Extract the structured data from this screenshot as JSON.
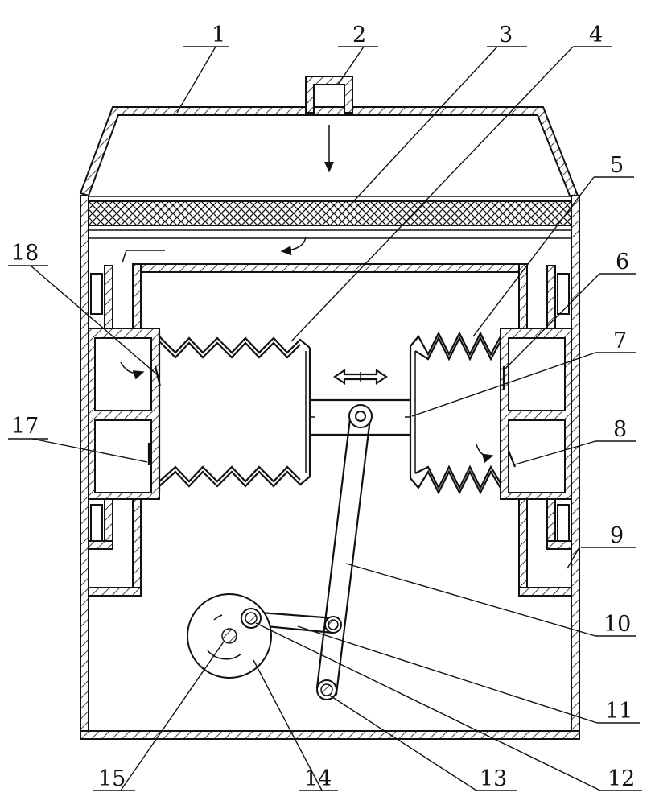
{
  "figure": {
    "callouts": [
      {
        "id": "1",
        "text": "1"
      },
      {
        "id": "2",
        "text": "2"
      },
      {
        "id": "3",
        "text": "3"
      },
      {
        "id": "4",
        "text": "4"
      },
      {
        "id": "5",
        "text": "5"
      },
      {
        "id": "6",
        "text": "6"
      },
      {
        "id": "7",
        "text": "7"
      },
      {
        "id": "8",
        "text": "8"
      },
      {
        "id": "9",
        "text": "9"
      },
      {
        "id": "10",
        "text": "10"
      },
      {
        "id": "11",
        "text": "11"
      },
      {
        "id": "12",
        "text": "12"
      },
      {
        "id": "13",
        "text": "13"
      },
      {
        "id": "14",
        "text": "14"
      },
      {
        "id": "15",
        "text": "15"
      },
      {
        "id": "16",
        "text": ""
      },
      {
        "id": "17",
        "text": "17"
      },
      {
        "id": "18",
        "text": "18"
      }
    ],
    "colors": {
      "ink": "#111111",
      "paper": "#ffffff"
    }
  }
}
